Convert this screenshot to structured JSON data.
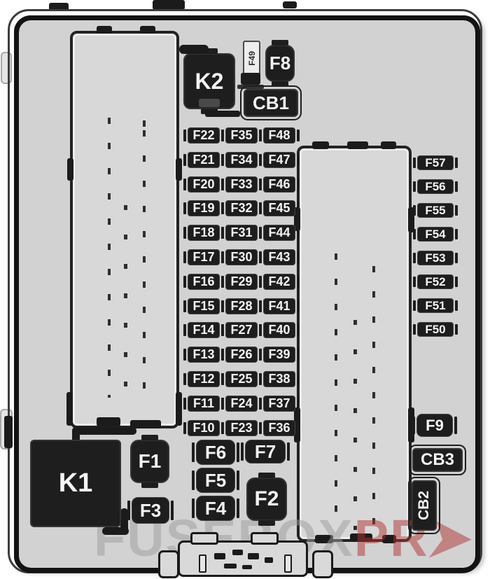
{
  "diagram": {
    "type": "vehicle-fuse-box-layout"
  },
  "relays": {
    "k1": "K1",
    "k2": "K2"
  },
  "top_components": {
    "f49": "F49",
    "f8": "F8",
    "cb1": "CB1"
  },
  "fuse_grid": {
    "rows": [
      [
        "F22",
        "F35",
        "F48"
      ],
      [
        "F21",
        "F34",
        "F47"
      ],
      [
        "F20",
        "F33",
        "F46"
      ],
      [
        "F19",
        "F32",
        "F45"
      ],
      [
        "F18",
        "F31",
        "F44"
      ],
      [
        "F17",
        "F30",
        "F43"
      ],
      [
        "F16",
        "F29",
        "F42"
      ],
      [
        "F15",
        "F28",
        "F41"
      ],
      [
        "F14",
        "F27",
        "F40"
      ],
      [
        "F13",
        "F26",
        "F39"
      ],
      [
        "F12",
        "F25",
        "F38"
      ],
      [
        "F11",
        "F24",
        "F37"
      ],
      [
        "F10",
        "F23",
        "F36"
      ]
    ]
  },
  "right_column": {
    "labels": [
      "F57",
      "F56",
      "F55",
      "F54",
      "F53",
      "F52",
      "F51",
      "F50"
    ]
  },
  "bottom_components": {
    "f1": "F1",
    "f2": "F2",
    "f3": "F3",
    "f4": "F4",
    "f5": "F5",
    "f6": "F6",
    "f7": "F7",
    "f9": "F9",
    "cb2": "CB2",
    "cb3": "CB3"
  },
  "watermark": {
    "brand_gray": "FUSEBOX",
    "brand_red": "PR",
    "brand_arrow": "➤",
    "gray_color": "#9d9d9d",
    "red_color": "#b13434"
  },
  "colors": {
    "panel_fill": "#d2d2d2",
    "component_fill": "#1d1d1d",
    "component_text": "#f4f4f4",
    "border_dark": "#131313"
  }
}
